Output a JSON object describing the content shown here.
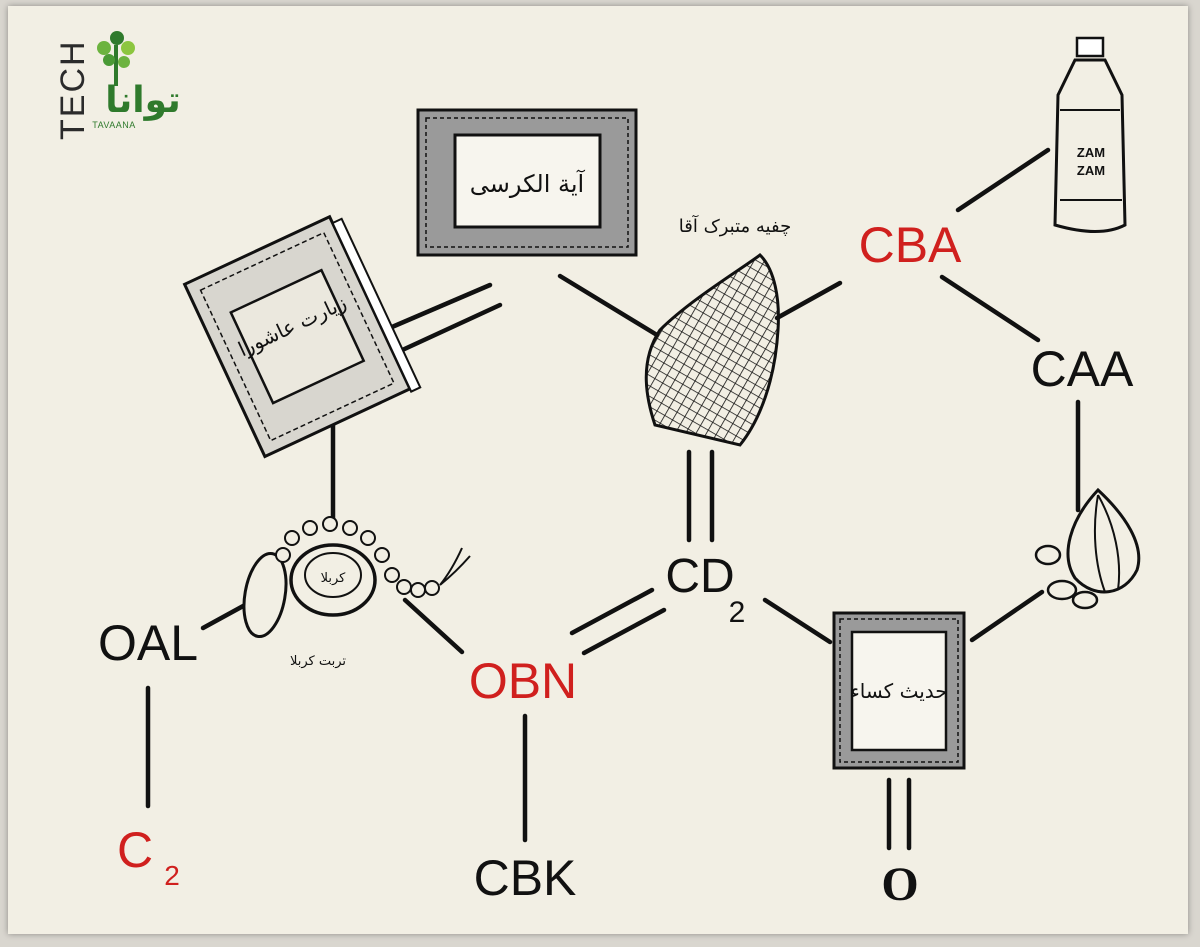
{
  "logo": {
    "brand_farsi": "توانا",
    "brand_latin": "TAVAANA",
    "tech": "TECH"
  },
  "nodes": {
    "oal": "OAL",
    "c2_main": "C",
    "c2_sub": "2",
    "obn": "OBN",
    "cbk": "CBK",
    "cd2_main": "CD",
    "cd2_sub": "2",
    "cba": "CBA",
    "caa": "CAA",
    "o": "O"
  },
  "drawings": {
    "ayat_al_kursi": "آیة الکرسی",
    "ziarat_ashura": "زیارت عاشورا",
    "chafie": "چفیه متبرک آقا",
    "torbat": "تربت کربلا",
    "torbat_stamp": "کربلا",
    "hadith_kisa": "حدیث کساء",
    "zamzam_1": "ZAM",
    "zamzam_2": "ZAM"
  },
  "colors": {
    "red": "#d0201e",
    "ink": "#111111",
    "paper": "#f2efe4",
    "logo_green": "#2f7a2c",
    "logo_dark": "#2b2b2b"
  }
}
